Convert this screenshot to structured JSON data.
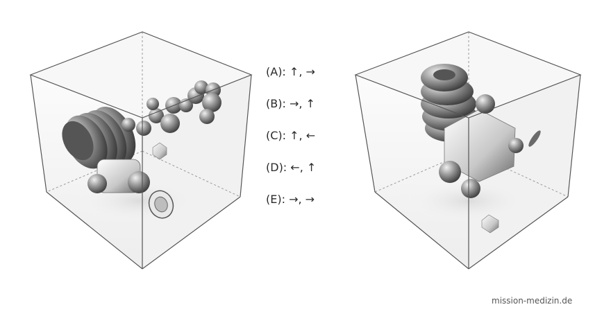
{
  "puzzle": {
    "options": [
      {
        "id": "A",
        "label": "(A): ↑, →"
      },
      {
        "id": "B",
        "label": "(B): →, ↑"
      },
      {
        "id": "C",
        "label": "(C): ↑, ←"
      },
      {
        "id": "D",
        "label": "(D): ←, ↑"
      },
      {
        "id": "E",
        "label": "(E): →, →"
      }
    ]
  },
  "footer": {
    "watermark": "mission-medizin.de"
  },
  "colors": {
    "edge": "#555555",
    "object": "#7a7a7a"
  }
}
